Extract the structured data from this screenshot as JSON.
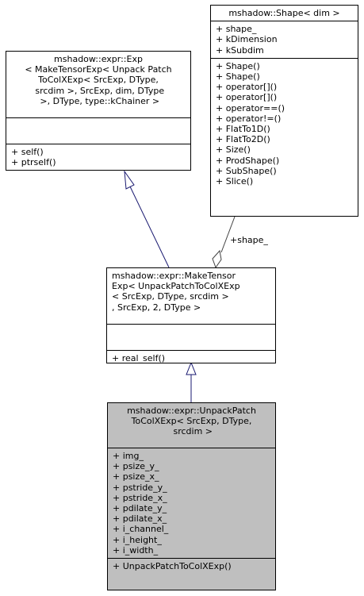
{
  "classes": {
    "exp": {
      "title": [
        "mshadow::expr::Exp",
        "< MakeTensorExp< Unpack Patch",
        "ToColXExp< SrcExp, DType,",
        " srcdim >, SrcExp, dim, DType",
        " >, DType, type::kChainer >"
      ],
      "attributes": [],
      "methods": [
        "+ self()",
        "+ ptrself()"
      ]
    },
    "shape": {
      "title": [
        "mshadow::Shape< dim >"
      ],
      "attributes": [
        "+ shape_",
        "+ kDimension",
        "+ kSubdim"
      ],
      "methods": [
        "+ Shape()",
        "+ Shape()",
        "+ operator[]()",
        "+ operator[]()",
        "+ operator==()",
        "+ operator!=()",
        "+ FlatTo1D()",
        "+ FlatTo2D()",
        "+ Size()",
        "+ ProdShape()",
        "+ SubShape()",
        "+ Slice()"
      ]
    },
    "make_tensor": {
      "title": [
        "mshadow::expr::MakeTensor",
        "Exp< UnpackPatchToColXExp",
        "< SrcExp, DType, srcdim >",
        ", SrcExp, 2, DType >"
      ],
      "attributes": [],
      "methods": [
        "+ real_self()"
      ]
    },
    "unpack": {
      "title": [
        "mshadow::expr::UnpackPatch",
        "ToColXExp< SrcExp, DType,",
        " srcdim >"
      ],
      "attributes": [
        "+ img_",
        "+ psize_y_",
        "+ psize_x_",
        "+ pstride_y_",
        "+ pstride_x_",
        "+ pdilate_y_",
        "+ pdilate_x_",
        "+ i_channel_",
        "+ i_height_",
        "+ i_width_"
      ],
      "methods": [
        "+ UnpackPatchToColXExp()"
      ]
    }
  },
  "edges": {
    "shape_member_label": "+shape_"
  },
  "colors": {
    "inheritance": "#191970",
    "composition": "#404040",
    "highlight_fill": "#bfbfbf"
  }
}
